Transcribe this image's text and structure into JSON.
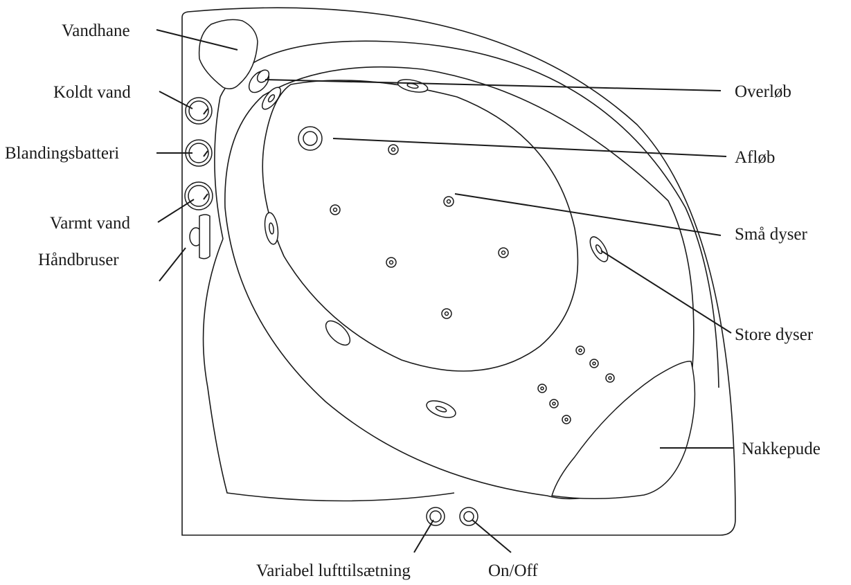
{
  "labels": {
    "vandhane": "Vandhane",
    "koldt_vand": "Koldt vand",
    "blandingsbatteri": "Blandingsbatteri",
    "varmt_vand": "Varmt vand",
    "haandbruser": "Håndbruser",
    "overloeb": "Overløb",
    "afloeb": "Afløb",
    "smaa_dyser": "Små dyser",
    "store_dyser": "Store dyser",
    "nakkepude": "Nakkepude",
    "variabel_lufttilsaetning": "Variabel lufttilsætning",
    "on_off": "On/Off"
  }
}
